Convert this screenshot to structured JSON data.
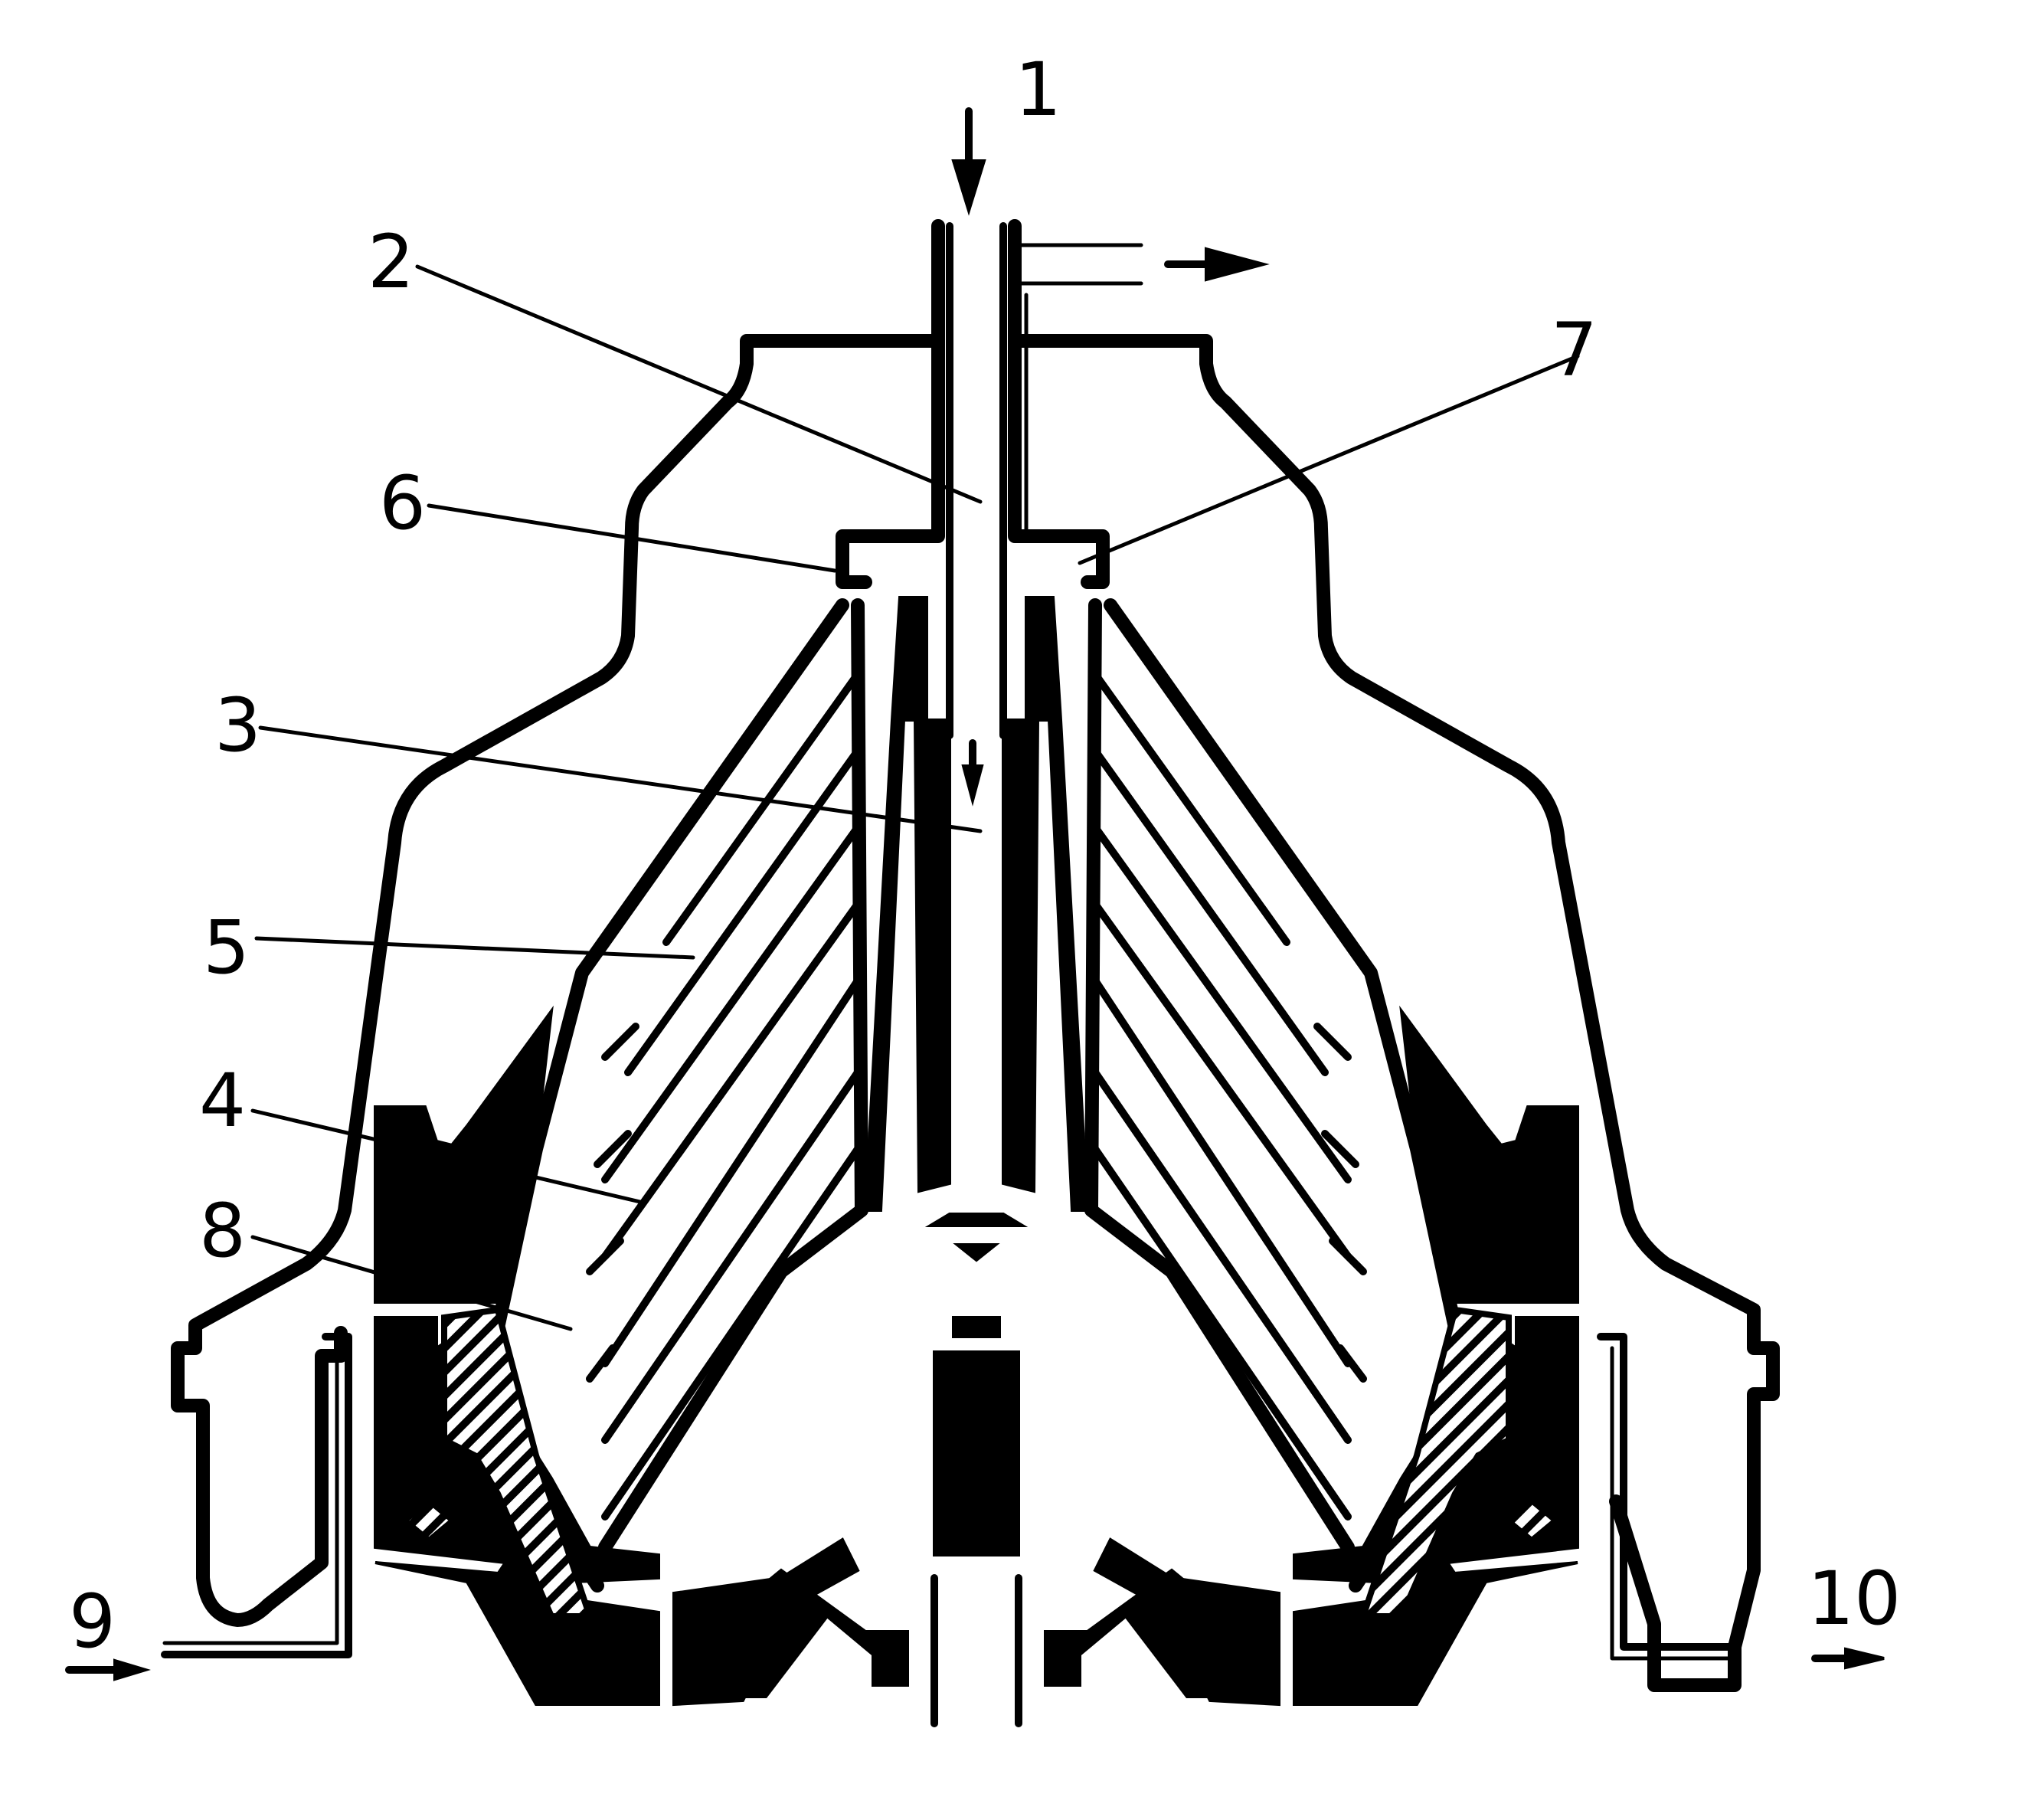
{
  "diagram": {
    "labels": [
      {
        "id": "1",
        "text": "1"
      },
      {
        "id": "2",
        "text": "2"
      },
      {
        "id": "3",
        "text": "3"
      },
      {
        "id": "4",
        "text": "4"
      },
      {
        "id": "5",
        "text": "5"
      },
      {
        "id": "6",
        "text": "6"
      },
      {
        "id": "7",
        "text": "7"
      },
      {
        "id": "8",
        "text": "8"
      },
      {
        "id": "9",
        "text": "9"
      },
      {
        "id": "10",
        "text": "10"
      }
    ],
    "colors": {
      "ink": "#000000",
      "paper": "#ffffff"
    }
  }
}
